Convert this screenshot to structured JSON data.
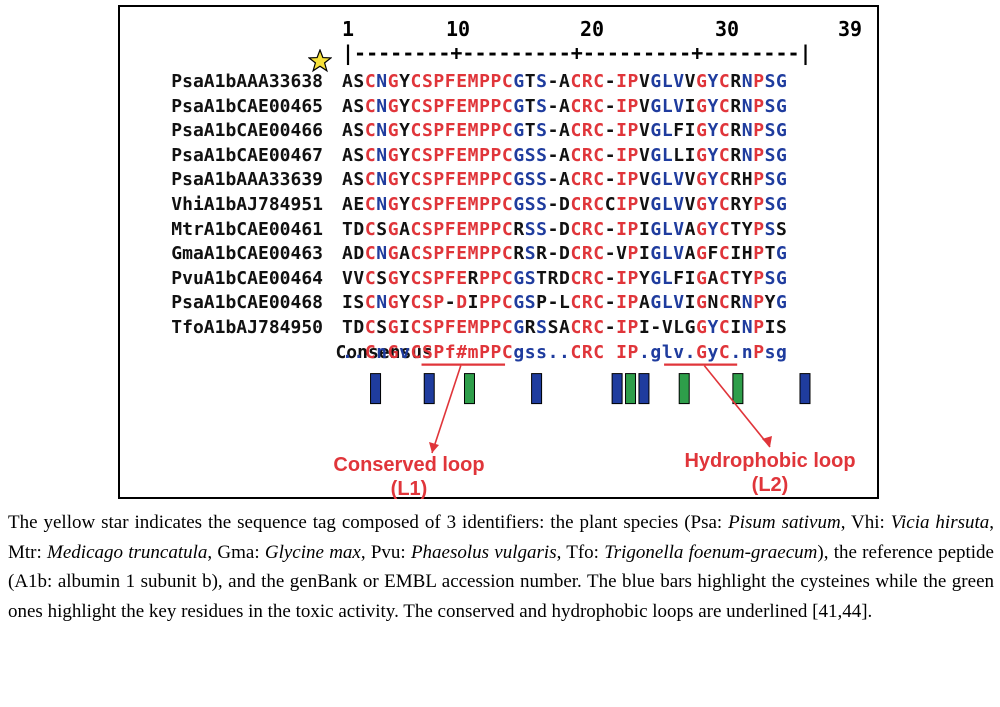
{
  "figure": {
    "ruler": {
      "numbers": [
        "1",
        "10",
        "20",
        "30",
        "39"
      ],
      "line": "|--------+---------+---------+--------|"
    },
    "star_color": "#f6e03a",
    "colors": {
      "red": "#e0353a",
      "blue": "#1f3c9e",
      "black": "#111111",
      "green": "#2e9e4a"
    },
    "sequences": [
      {
        "name": "PsaA1bAAA33638",
        "seq": "ASCNGYCSPFEMPPCGTS-ACRC-IPVGLVVGYCRNPSG"
      },
      {
        "name": "PsaA1bCAE00465",
        "seq": "ASCNGYCSPFEMPPCGTS-ACRC-IPVGLVIGYCRNPSG"
      },
      {
        "name": "PsaA1bCAE00466",
        "seq": "ASCNGYCSPFEMPPCGTS-ACRC-IPVGLFIGYCRNPSG"
      },
      {
        "name": "PsaA1bCAE00467",
        "seq": "ASCNGYCSPFEMPPCGSS-ACRC-IPVGLLIGYCRNPSG"
      },
      {
        "name": "PsaA1bAAA33639",
        "seq": "ASCNGYCSPFEMPPCGSS-ACRC-IPVGLVVGYCRHPSG"
      },
      {
        "name": "VhiA1bAJ784951",
        "seq": "AECNGYCSPFEMPPCGSS-DCRCCIPVGLVVGYCRYPSG"
      },
      {
        "name": "MtrA1bCAE00461",
        "seq": "TDCSGACSPFEMPPCRSS-DCRC-IPIGLVAGYCTYPSS"
      },
      {
        "name": "GmaA1bCAE00463",
        "seq": "ADCNGACSPFEMPPCRSR-DCRC-VPIGLVAGFCIHPTG"
      },
      {
        "name": "PvuA1bCAE00464",
        "seq": "VVCSGYCSPFERPPCGSTRDCRC-IPYGLFIGACTYPSG"
      },
      {
        "name": "PsaA1bCAE00468",
        "seq": "ISCNGYCSP-DIPPCGSP-LCRC-IPAGLVIGNCRNPYG"
      },
      {
        "name": "TfoA1bAJ784950",
        "seq": "TDCSGICSPFEMPPCGRSSACRC-IPI-VLGGYCINPIS"
      }
    ],
    "consensus": {
      "name": "Consensus",
      "seq": "..CnGvCSPf#mPPCgss..CRC IP.glv.GyC.nPsg"
    },
    "bars": [
      {
        "pos": 3,
        "color": "blue"
      },
      {
        "pos": 7,
        "color": "blue"
      },
      {
        "pos": 10,
        "color": "green"
      },
      {
        "pos": 15,
        "color": "blue"
      },
      {
        "pos": 21,
        "color": "blue"
      },
      {
        "pos": 22,
        "color": "green"
      },
      {
        "pos": 23,
        "color": "blue"
      },
      {
        "pos": 26,
        "color": "green"
      },
      {
        "pos": 30,
        "color": "green"
      },
      {
        "pos": 35,
        "color": "blue"
      }
    ],
    "loop1_label": [
      "Conserved loop",
      "(L1)"
    ],
    "loop2_label": [
      "Hydrophobic loop",
      "(L2)"
    ]
  },
  "caption": {
    "t1": "The yellow star indicates the sequence tag composed of 3 identifiers: the plant species (Psa: ",
    "i1": "Pisum sativum",
    "t2": ", Vhi: ",
    "i2": "Vicia hirsuta",
    "t3": ", Mtr: ",
    "i3": "Medicago truncatula",
    "t4": ", Gma: ",
    "i4": "Glycine max",
    "t5": ", Pvu: ",
    "i5": "Phaesolus vulgaris",
    "t6": ", Tfo: ",
    "i6": "Trigonella foenum-graecum",
    "t7": "), the reference peptide (A1b: albumin 1 subunit b), and the genBank or EMBL accession number. The blue bars highlight the cysteines while the green ones highlight the key residues in the toxic activity. The conserved and hydrophobic loops are underlined [41,44]."
  }
}
